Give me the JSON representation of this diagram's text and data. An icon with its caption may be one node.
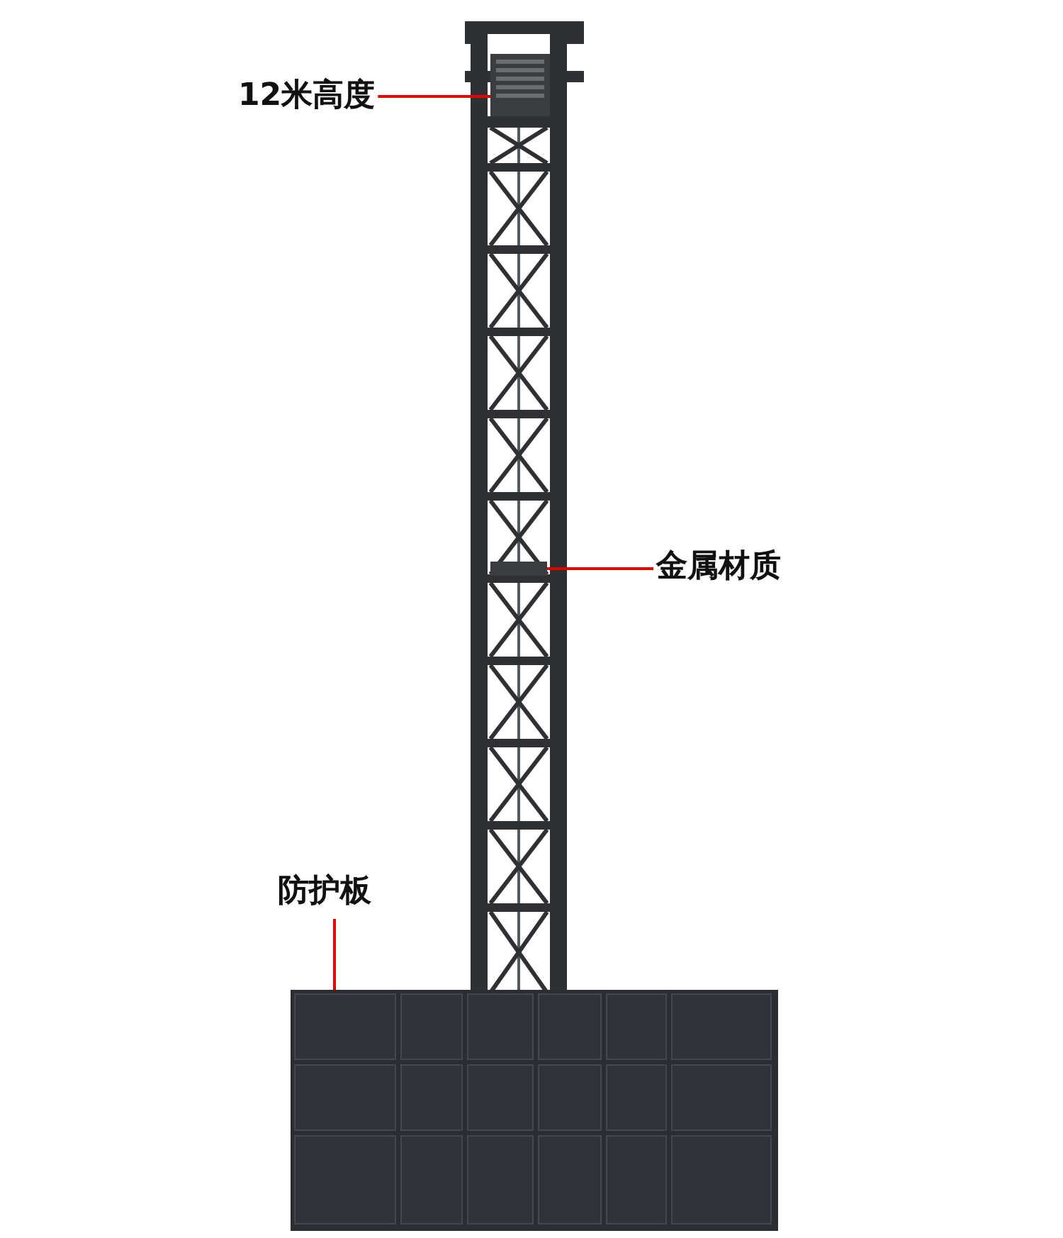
{
  "diagram": {
    "nodes": [
      {
        "text": [
          "12米高度"
        ]
      },
      {
        "text": [],
        "shape": "picture"
      },
      {
        "text": [
          "金属材质"
        ]
      },
      {
        "text": [],
        "shape": "picture"
      },
      {
        "text": [
          "防护板"
        ]
      },
      {
        "text": [],
        "shape": "picture"
      }
    ],
    "edges": [
      {
        "from": 0,
        "to": 1,
        "arrow": "none"
      },
      {
        "from": 2,
        "to": 3,
        "arrow": "none"
      },
      {
        "from": 4,
        "to": 5,
        "arrow": "none"
      }
    ]
  }
}
